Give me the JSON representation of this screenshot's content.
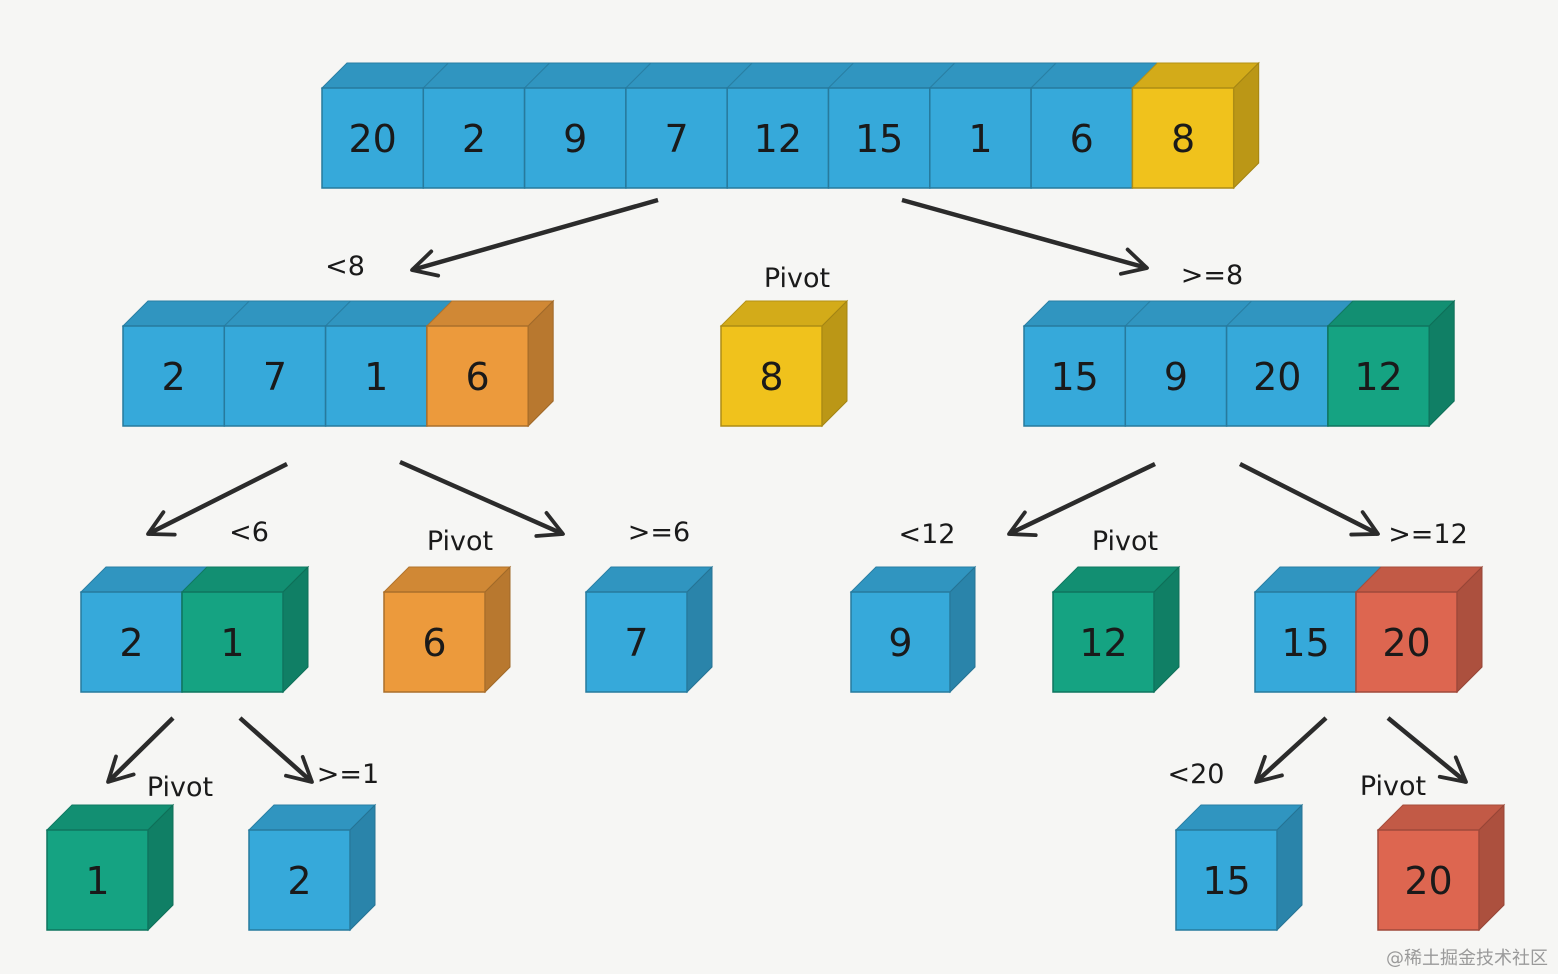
{
  "colors": {
    "blue": "#36a9da",
    "yellow": "#f0c21c",
    "orange": "#ec9a3c",
    "teal": "#15a382",
    "red": "#dd6650",
    "arrow": "#2b2b2b"
  },
  "arrays": {
    "root": [
      {
        "value": "20",
        "color": "blue"
      },
      {
        "value": "2",
        "color": "blue"
      },
      {
        "value": "9",
        "color": "blue"
      },
      {
        "value": "7",
        "color": "blue"
      },
      {
        "value": "12",
        "color": "blue"
      },
      {
        "value": "15",
        "color": "blue"
      },
      {
        "value": "1",
        "color": "blue"
      },
      {
        "value": "6",
        "color": "blue"
      },
      {
        "value": "8",
        "color": "yellow"
      }
    ],
    "l1_left": [
      {
        "value": "2",
        "color": "blue"
      },
      {
        "value": "7",
        "color": "blue"
      },
      {
        "value": "1",
        "color": "blue"
      },
      {
        "value": "6",
        "color": "orange"
      }
    ],
    "l1_pivot": [
      {
        "value": "8",
        "color": "yellow"
      }
    ],
    "l1_right": [
      {
        "value": "15",
        "color": "blue"
      },
      {
        "value": "9",
        "color": "blue"
      },
      {
        "value": "20",
        "color": "blue"
      },
      {
        "value": "12",
        "color": "teal"
      }
    ],
    "l2_a": [
      {
        "value": "2",
        "color": "blue"
      },
      {
        "value": "1",
        "color": "teal"
      }
    ],
    "l2_b": [
      {
        "value": "6",
        "color": "orange"
      }
    ],
    "l2_c": [
      {
        "value": "7",
        "color": "blue"
      }
    ],
    "l2_d": [
      {
        "value": "9",
        "color": "blue"
      }
    ],
    "l2_e": [
      {
        "value": "12",
        "color": "teal"
      }
    ],
    "l2_f": [
      {
        "value": "15",
        "color": "blue"
      },
      {
        "value": "20",
        "color": "red"
      }
    ],
    "l3_a": [
      {
        "value": "1",
        "color": "teal"
      }
    ],
    "l3_b": [
      {
        "value": "2",
        "color": "blue"
      }
    ],
    "l3_c": [
      {
        "value": "15",
        "color": "blue"
      }
    ],
    "l3_d": [
      {
        "value": "20",
        "color": "red"
      }
    ]
  },
  "labels": {
    "lt8": "<8",
    "pivot_8": "Pivot",
    "ge8": ">=8",
    "lt6": "<6",
    "pivot_6": "Pivot",
    "ge6": ">=6",
    "lt12": "<12",
    "pivot_12": "Pivot",
    "ge12": ">=12",
    "pivot_1": "Pivot",
    "ge1": ">=1",
    "lt20": "<20",
    "pivot_20": "Pivot"
  },
  "watermark": "@稀土掘金技术社区"
}
